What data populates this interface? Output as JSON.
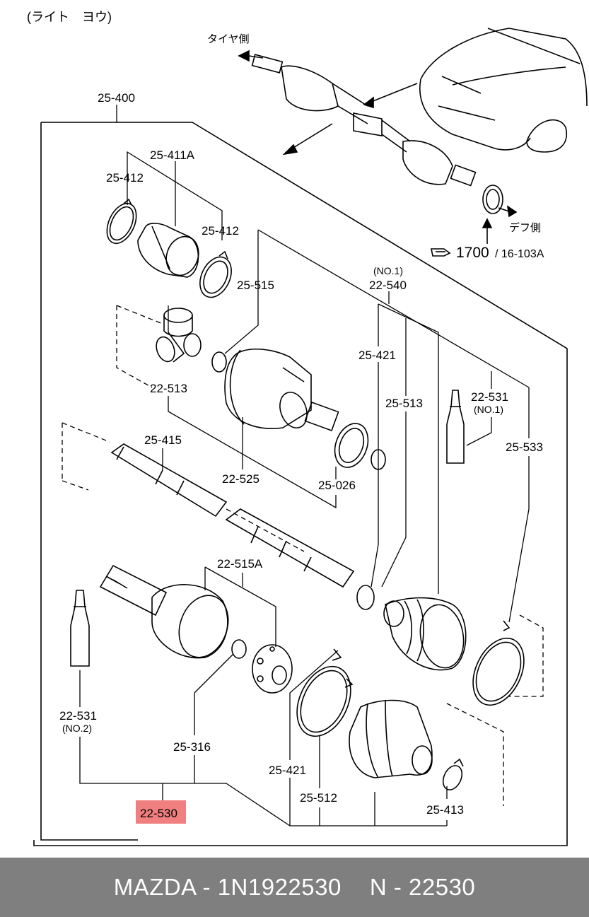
{
  "diagram": {
    "header_jp": "(ライト　ヨウ)",
    "tire_side": "タイヤ側",
    "diff_side": "デフ側",
    "ref_number": "1700",
    "ref_page": "/ 16-103A",
    "labels": {
      "p25_400": "25-400",
      "p25_411A": "25-411A",
      "p25_412_a": "25-412",
      "p25_412_b": "25-412",
      "p25_515": "25-515",
      "p22_540_no": "(NO.1)",
      "p22_540": "22-540",
      "p25_421_a": "25-421",
      "p22_513": "22-513",
      "p25_513": "25-513",
      "p22_531_a": "22-531",
      "p22_531_a_no": "(NO.1)",
      "p25_415": "25-415",
      "p25_533": "25-533",
      "p22_525": "22-525",
      "p25_026": "25-026",
      "p22_515A": "22-515A",
      "p22_531_b": "22-531",
      "p22_531_b_no": "(NO.2)",
      "p25_316": "25-316",
      "p25_421_b": "25-421",
      "p25_512": "25-512",
      "p25_413": "25-413",
      "p22_530": "22-530"
    },
    "highlight_color": "#f07f7f"
  },
  "footer": {
    "part_text": "MAZDA - 1N1922530",
    "code_text": "N - 22530",
    "background": "#7f7f7f"
  }
}
